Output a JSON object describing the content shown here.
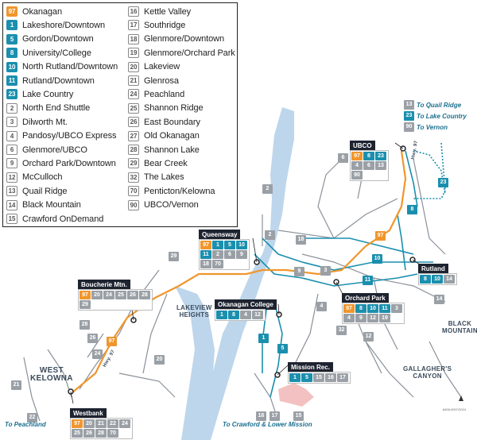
{
  "legend": {
    "col1": [
      {
        "num": "97",
        "name": "Okanagan",
        "color": "orange"
      },
      {
        "num": "1",
        "name": "Lakeshore/Downtown",
        "color": "teal"
      },
      {
        "num": "5",
        "name": "Gordon/Downtown",
        "color": "teal"
      },
      {
        "num": "8",
        "name": "University/College",
        "color": "teal"
      },
      {
        "num": "10",
        "name": "North Rutland/Downtown",
        "color": "teal"
      },
      {
        "num": "11",
        "name": "Rutland/Downtown",
        "color": "teal"
      },
      {
        "num": "23",
        "name": "Lake Country",
        "color": "teal"
      },
      {
        "num": "2",
        "name": "North End Shuttle",
        "color": "grey"
      },
      {
        "num": "3",
        "name": "Dilworth Mt.",
        "color": "grey"
      },
      {
        "num": "4",
        "name": "Pandosy/UBCO Express",
        "color": "grey"
      },
      {
        "num": "6",
        "name": "Glenmore/UBCO",
        "color": "grey"
      },
      {
        "num": "9",
        "name": "Orchard Park/Downtown",
        "color": "grey"
      },
      {
        "num": "12",
        "name": "McCulloch",
        "color": "grey"
      },
      {
        "num": "13",
        "name": "Quail Ridge",
        "color": "grey"
      },
      {
        "num": "14",
        "name": "Black Mountain",
        "color": "grey"
      },
      {
        "num": "15",
        "name": "Crawford OnDemand",
        "color": "grey"
      }
    ],
    "col2": [
      {
        "num": "16",
        "name": "Kettle Valley",
        "color": "grey"
      },
      {
        "num": "17",
        "name": "Southridge",
        "color": "grey"
      },
      {
        "num": "18",
        "name": "Glenmore/Downtown",
        "color": "grey"
      },
      {
        "num": "19",
        "name": "Glenmore/Orchard Park",
        "color": "grey"
      },
      {
        "num": "20",
        "name": "Lakeview",
        "color": "grey"
      },
      {
        "num": "21",
        "name": "Glenrosa",
        "color": "grey"
      },
      {
        "num": "24",
        "name": "Peachland",
        "color": "grey"
      },
      {
        "num": "25",
        "name": "Shannon Ridge",
        "color": "grey"
      },
      {
        "num": "26",
        "name": "East Boundary",
        "color": "grey"
      },
      {
        "num": "27",
        "name": "Old Okanagan",
        "color": "grey"
      },
      {
        "num": "28",
        "name": "Shannon Lake",
        "color": "grey"
      },
      {
        "num": "29",
        "name": "Bear Creek",
        "color": "grey"
      },
      {
        "num": "32",
        "name": "The Lakes",
        "color": "grey"
      },
      {
        "num": "70",
        "name": "Penticton/Kelowna",
        "color": "grey"
      },
      {
        "num": "90",
        "name": "UBCO/Vernon",
        "color": "grey"
      }
    ]
  },
  "exchanges": [
    {
      "name": "UBCO",
      "badges": [
        [
          "97",
          "orange"
        ],
        [
          "8",
          "teal"
        ],
        [
          "23",
          "teal"
        ],
        [
          "4",
          "grey"
        ],
        [
          "6",
          "grey"
        ],
        [
          "13",
          "grey"
        ],
        [
          "90",
          "grey"
        ]
      ]
    },
    {
      "name": "Queensway",
      "badges": [
        [
          "97",
          "orange"
        ],
        [
          "1",
          "teal"
        ],
        [
          "5",
          "teal"
        ],
        [
          "10",
          "teal"
        ],
        [
          "11",
          "teal"
        ],
        [
          "2",
          "grey"
        ],
        [
          "6",
          "grey"
        ],
        [
          "9",
          "grey"
        ],
        [
          "18",
          "grey"
        ],
        [
          "70",
          "grey"
        ]
      ]
    },
    {
      "name": "Boucherie Mtn.",
      "badges": [
        [
          "97",
          "orange"
        ],
        [
          "20",
          "grey"
        ],
        [
          "24",
          "grey"
        ],
        [
          "25",
          "grey"
        ],
        [
          "26",
          "grey"
        ],
        [
          "28",
          "grey"
        ],
        [
          "29",
          "grey"
        ]
      ]
    },
    {
      "name": "Okanagan College",
      "badges": [
        [
          "1",
          "teal"
        ],
        [
          "8",
          "teal"
        ],
        [
          "4",
          "grey"
        ],
        [
          "12",
          "grey"
        ]
      ]
    },
    {
      "name": "Rutland",
      "badges": [
        [
          "8",
          "teal"
        ],
        [
          "10",
          "teal"
        ],
        [
          "14",
          "grey"
        ]
      ]
    },
    {
      "name": "Orchard Park",
      "badges": [
        [
          "97",
          "orange"
        ],
        [
          "8",
          "teal"
        ],
        [
          "10",
          "teal"
        ],
        [
          "11",
          "teal"
        ],
        [
          "3",
          "grey"
        ],
        [
          "4",
          "grey"
        ],
        [
          "9",
          "grey"
        ],
        [
          "12",
          "grey"
        ],
        [
          "19",
          "grey"
        ]
      ]
    },
    {
      "name": "Mission Rec.",
      "badges": [
        [
          "1",
          "teal"
        ],
        [
          "5",
          "teal"
        ],
        [
          "15",
          "grey"
        ],
        [
          "16",
          "grey"
        ],
        [
          "17",
          "grey"
        ]
      ]
    },
    {
      "name": "Westbank",
      "badges": [
        [
          "97",
          "orange"
        ],
        [
          "20",
          "grey"
        ],
        [
          "21",
          "grey"
        ],
        [
          "22",
          "grey"
        ],
        [
          "24",
          "grey"
        ],
        [
          "25",
          "grey"
        ],
        [
          "26",
          "grey"
        ],
        [
          "28",
          "grey"
        ],
        [
          "70",
          "grey"
        ]
      ]
    }
  ],
  "destinations": {
    "top_right": [
      {
        "num": "13",
        "text": "To Quail Ridge",
        "color": "grey"
      },
      {
        "num": "23",
        "text": "To Lake Country",
        "color": "teal"
      },
      {
        "num": "90",
        "text": "To Vernon",
        "color": "grey"
      }
    ],
    "bottom_left": "To Peachland",
    "bottom_center": "To Crawford & Lower Mission"
  },
  "places": {
    "lakeview": "LAKEVIEW\nHEIGHTS",
    "west_kelowna": "WEST\nKELOWNA",
    "black_mountain": "BLACK\nMOUNTAIN",
    "gallaghers": "GALLAGHER'S\nCANYON"
  },
  "highway_labels": [
    "Hwy. 97",
    "Hwy. 97"
  ],
  "route_markers": [
    {
      "num": "6",
      "color": "grey"
    },
    {
      "num": "2",
      "color": "grey"
    },
    {
      "num": "18",
      "color": "grey"
    },
    {
      "num": "2",
      "color": "grey"
    },
    {
      "num": "23",
      "color": "teal"
    },
    {
      "num": "8",
      "color": "teal"
    },
    {
      "num": "97",
      "color": "orange"
    },
    {
      "num": "10",
      "color": "teal"
    },
    {
      "num": "11",
      "color": "teal"
    },
    {
      "num": "9",
      "color": "grey"
    },
    {
      "num": "29",
      "color": "grey"
    },
    {
      "num": "3",
      "color": "grey"
    },
    {
      "num": "4",
      "color": "grey"
    },
    {
      "num": "32",
      "color": "grey"
    },
    {
      "num": "12",
      "color": "grey"
    },
    {
      "num": "14",
      "color": "grey"
    },
    {
      "num": "28",
      "color": "grey"
    },
    {
      "num": "26",
      "color": "grey"
    },
    {
      "num": "24",
      "color": "grey"
    },
    {
      "num": "97",
      "color": "orange"
    },
    {
      "num": "20",
      "color": "grey"
    },
    {
      "num": "1",
      "color": "teal"
    },
    {
      "num": "5",
      "color": "teal"
    },
    {
      "num": "21",
      "color": "grey"
    },
    {
      "num": "22",
      "color": "grey"
    },
    {
      "num": "16",
      "color": "grey"
    },
    {
      "num": "17",
      "color": "grey"
    },
    {
      "num": "15",
      "color": "grey"
    }
  ],
  "colors": {
    "orange": "#f0962d",
    "teal": "#1b8fae",
    "grey": "#9aa0a6",
    "lake": "#bdd6ec"
  },
  "credit": "8408-0007/2024"
}
